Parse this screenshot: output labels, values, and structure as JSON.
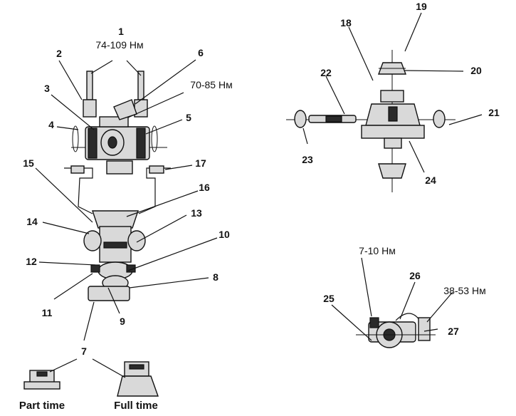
{
  "torques": {
    "t1": "74-109 Нм",
    "t2": "70-85 Нм",
    "t3": "7-10 Нм",
    "t4": "38-53 Нм"
  },
  "callouts": {
    "c1": "1",
    "c2": "2",
    "c3": "3",
    "c4": "4",
    "c5": "5",
    "c6": "6",
    "c7": "7",
    "c8": "8",
    "c9": "9",
    "c10": "10",
    "c11": "11",
    "c12": "12",
    "c13": "13",
    "c14": "14",
    "c15": "15",
    "c16": "16",
    "c17": "17",
    "c18": "18",
    "c19": "19",
    "c20": "20",
    "c21": "21",
    "c22": "22",
    "c23": "23",
    "c24": "24",
    "c25": "25",
    "c26": "26",
    "c27": "27"
  },
  "captions": {
    "part_time": "Part time",
    "full_time": "Full time"
  }
}
